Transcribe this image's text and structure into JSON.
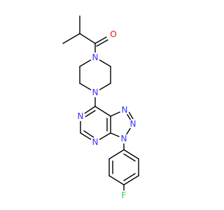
{
  "colors": {
    "background": "#ffffff",
    "bond": "#000000",
    "nitrogen": "#3333ff",
    "oxygen": "#ff0d0d",
    "fluorine": "#33cc33"
  },
  "atoms": {
    "oxygen": {
      "symbol": "O",
      "color": "#ff0d0d"
    },
    "piperazine_n_top": {
      "symbol": "N",
      "color": "#3333ff"
    },
    "piperazine_n_bottom": {
      "symbol": "N",
      "color": "#3333ff"
    },
    "pyrimidine_n_left_top": {
      "symbol": "N",
      "color": "#3333ff"
    },
    "pyrimidine_n_left_bottom": {
      "symbol": "N",
      "color": "#3333ff"
    },
    "triazole_n_top": {
      "symbol": "N",
      "color": "#3333ff"
    },
    "triazole_n_right": {
      "symbol": "N",
      "color": "#3333ff"
    },
    "triazole_n_bottom": {
      "symbol": "N",
      "color": "#3333ff"
    },
    "fluorine": {
      "symbol": "F",
      "color": "#33cc33"
    }
  }
}
